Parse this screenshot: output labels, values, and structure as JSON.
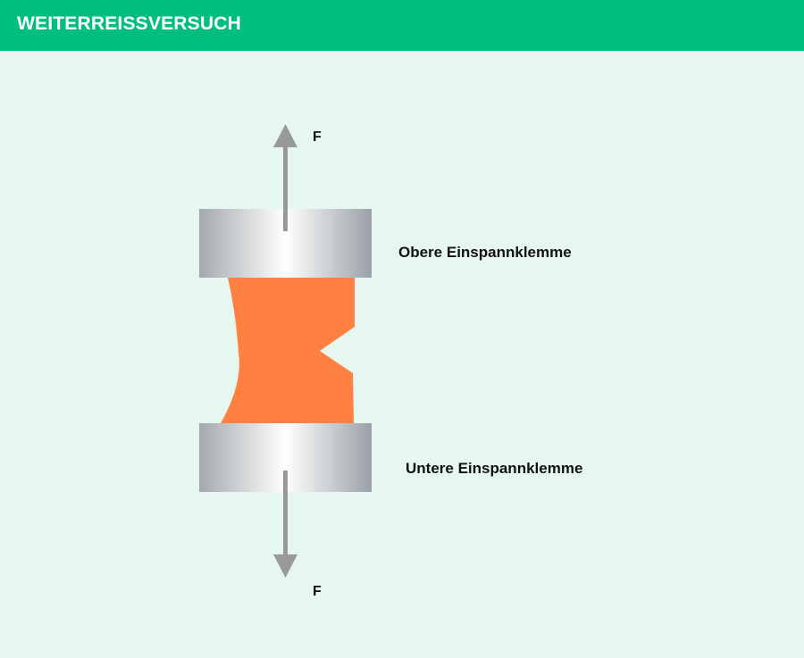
{
  "header": {
    "title": "WEITERREISSVERSUCH"
  },
  "diagram": {
    "force_top_label": "F",
    "force_bottom_label": "F",
    "upper_clamp_label": "Obere Einspannklemme",
    "lower_clamp_label": "Untere Einspannklemme"
  },
  "colors": {
    "header": "#00be7e",
    "background": "#e6f7f0",
    "specimen": "#ff8040",
    "arrow": "#999999"
  }
}
